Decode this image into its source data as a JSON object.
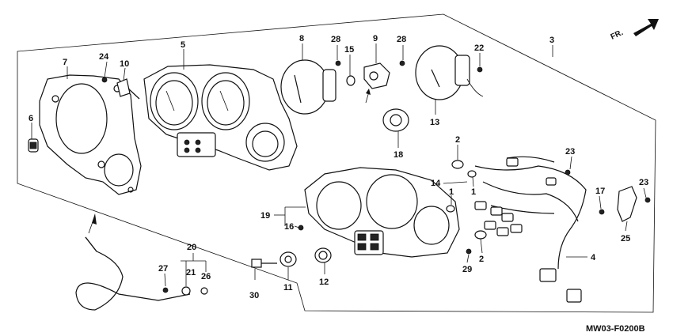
{
  "diagram_code": "MW03-F0200B",
  "direction_label": "FR.",
  "callouts": {
    "c1": "1",
    "c1b": "1",
    "c2": "2",
    "c2b": "2",
    "c3": "3",
    "c4": "4",
    "c5": "5",
    "c6": "6",
    "c7": "7",
    "c8": "8",
    "c9": "9",
    "c10": "10",
    "c11": "11",
    "c12": "12",
    "c13": "13",
    "c14": "14",
    "c15": "15",
    "c16": "16",
    "c17": "17",
    "c18": "18",
    "c19": "19",
    "c20": "20",
    "c21": "21",
    "c22": "22",
    "c23": "23",
    "c23b": "23",
    "c24": "24",
    "c25": "25",
    "c26": "26",
    "c27": "27",
    "c28": "28",
    "c28b": "28",
    "c29": "29",
    "c30": "30"
  }
}
